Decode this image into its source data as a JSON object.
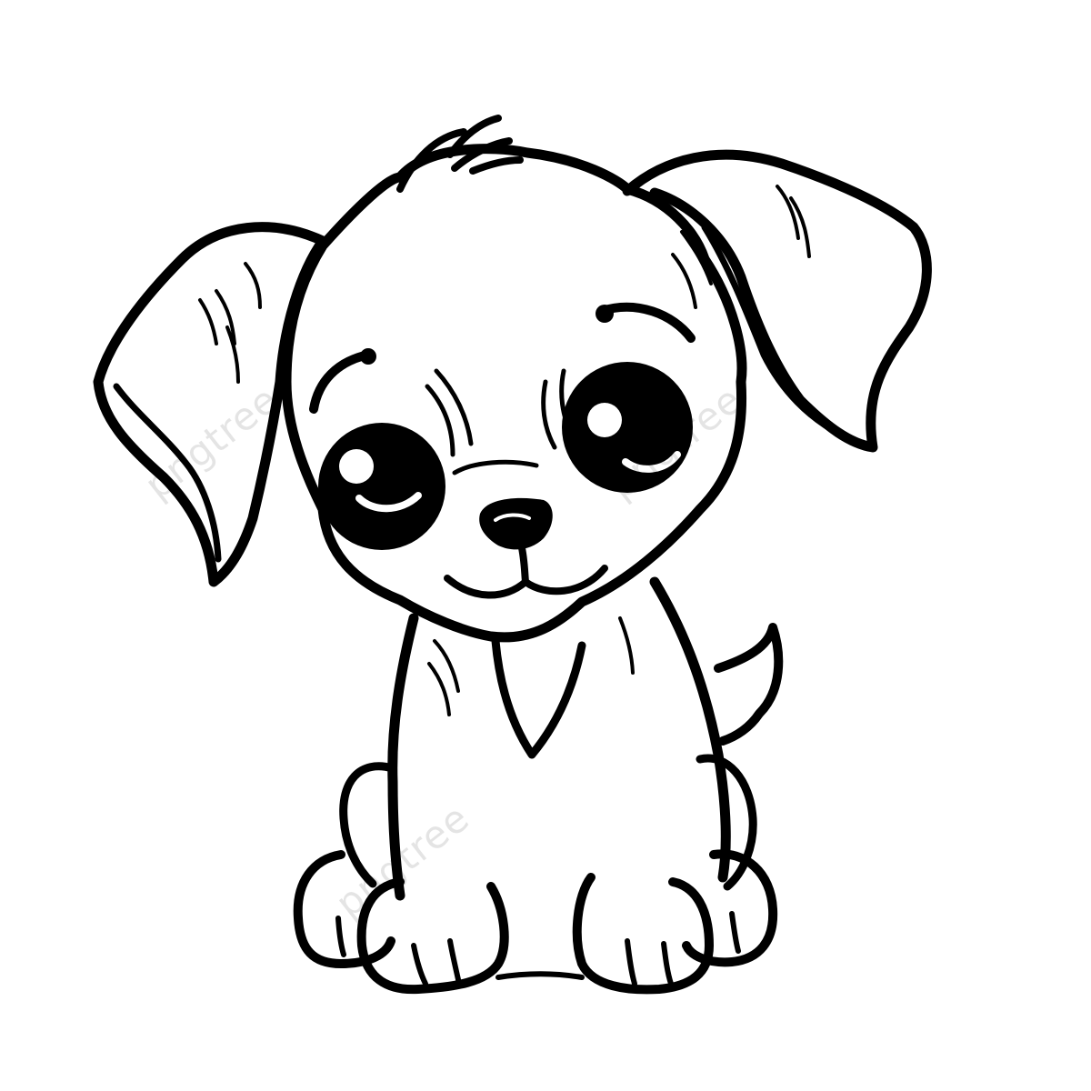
{
  "image": {
    "subject": "puppy-line-drawing",
    "style": "black-and-white coloring page",
    "colors": {
      "background": "#ffffff",
      "ink": "#000000",
      "watermark": "#000000"
    }
  },
  "watermarks": [
    {
      "text": "pngtree"
    },
    {
      "text": "pngtree"
    },
    {
      "text": "pngtree"
    }
  ]
}
